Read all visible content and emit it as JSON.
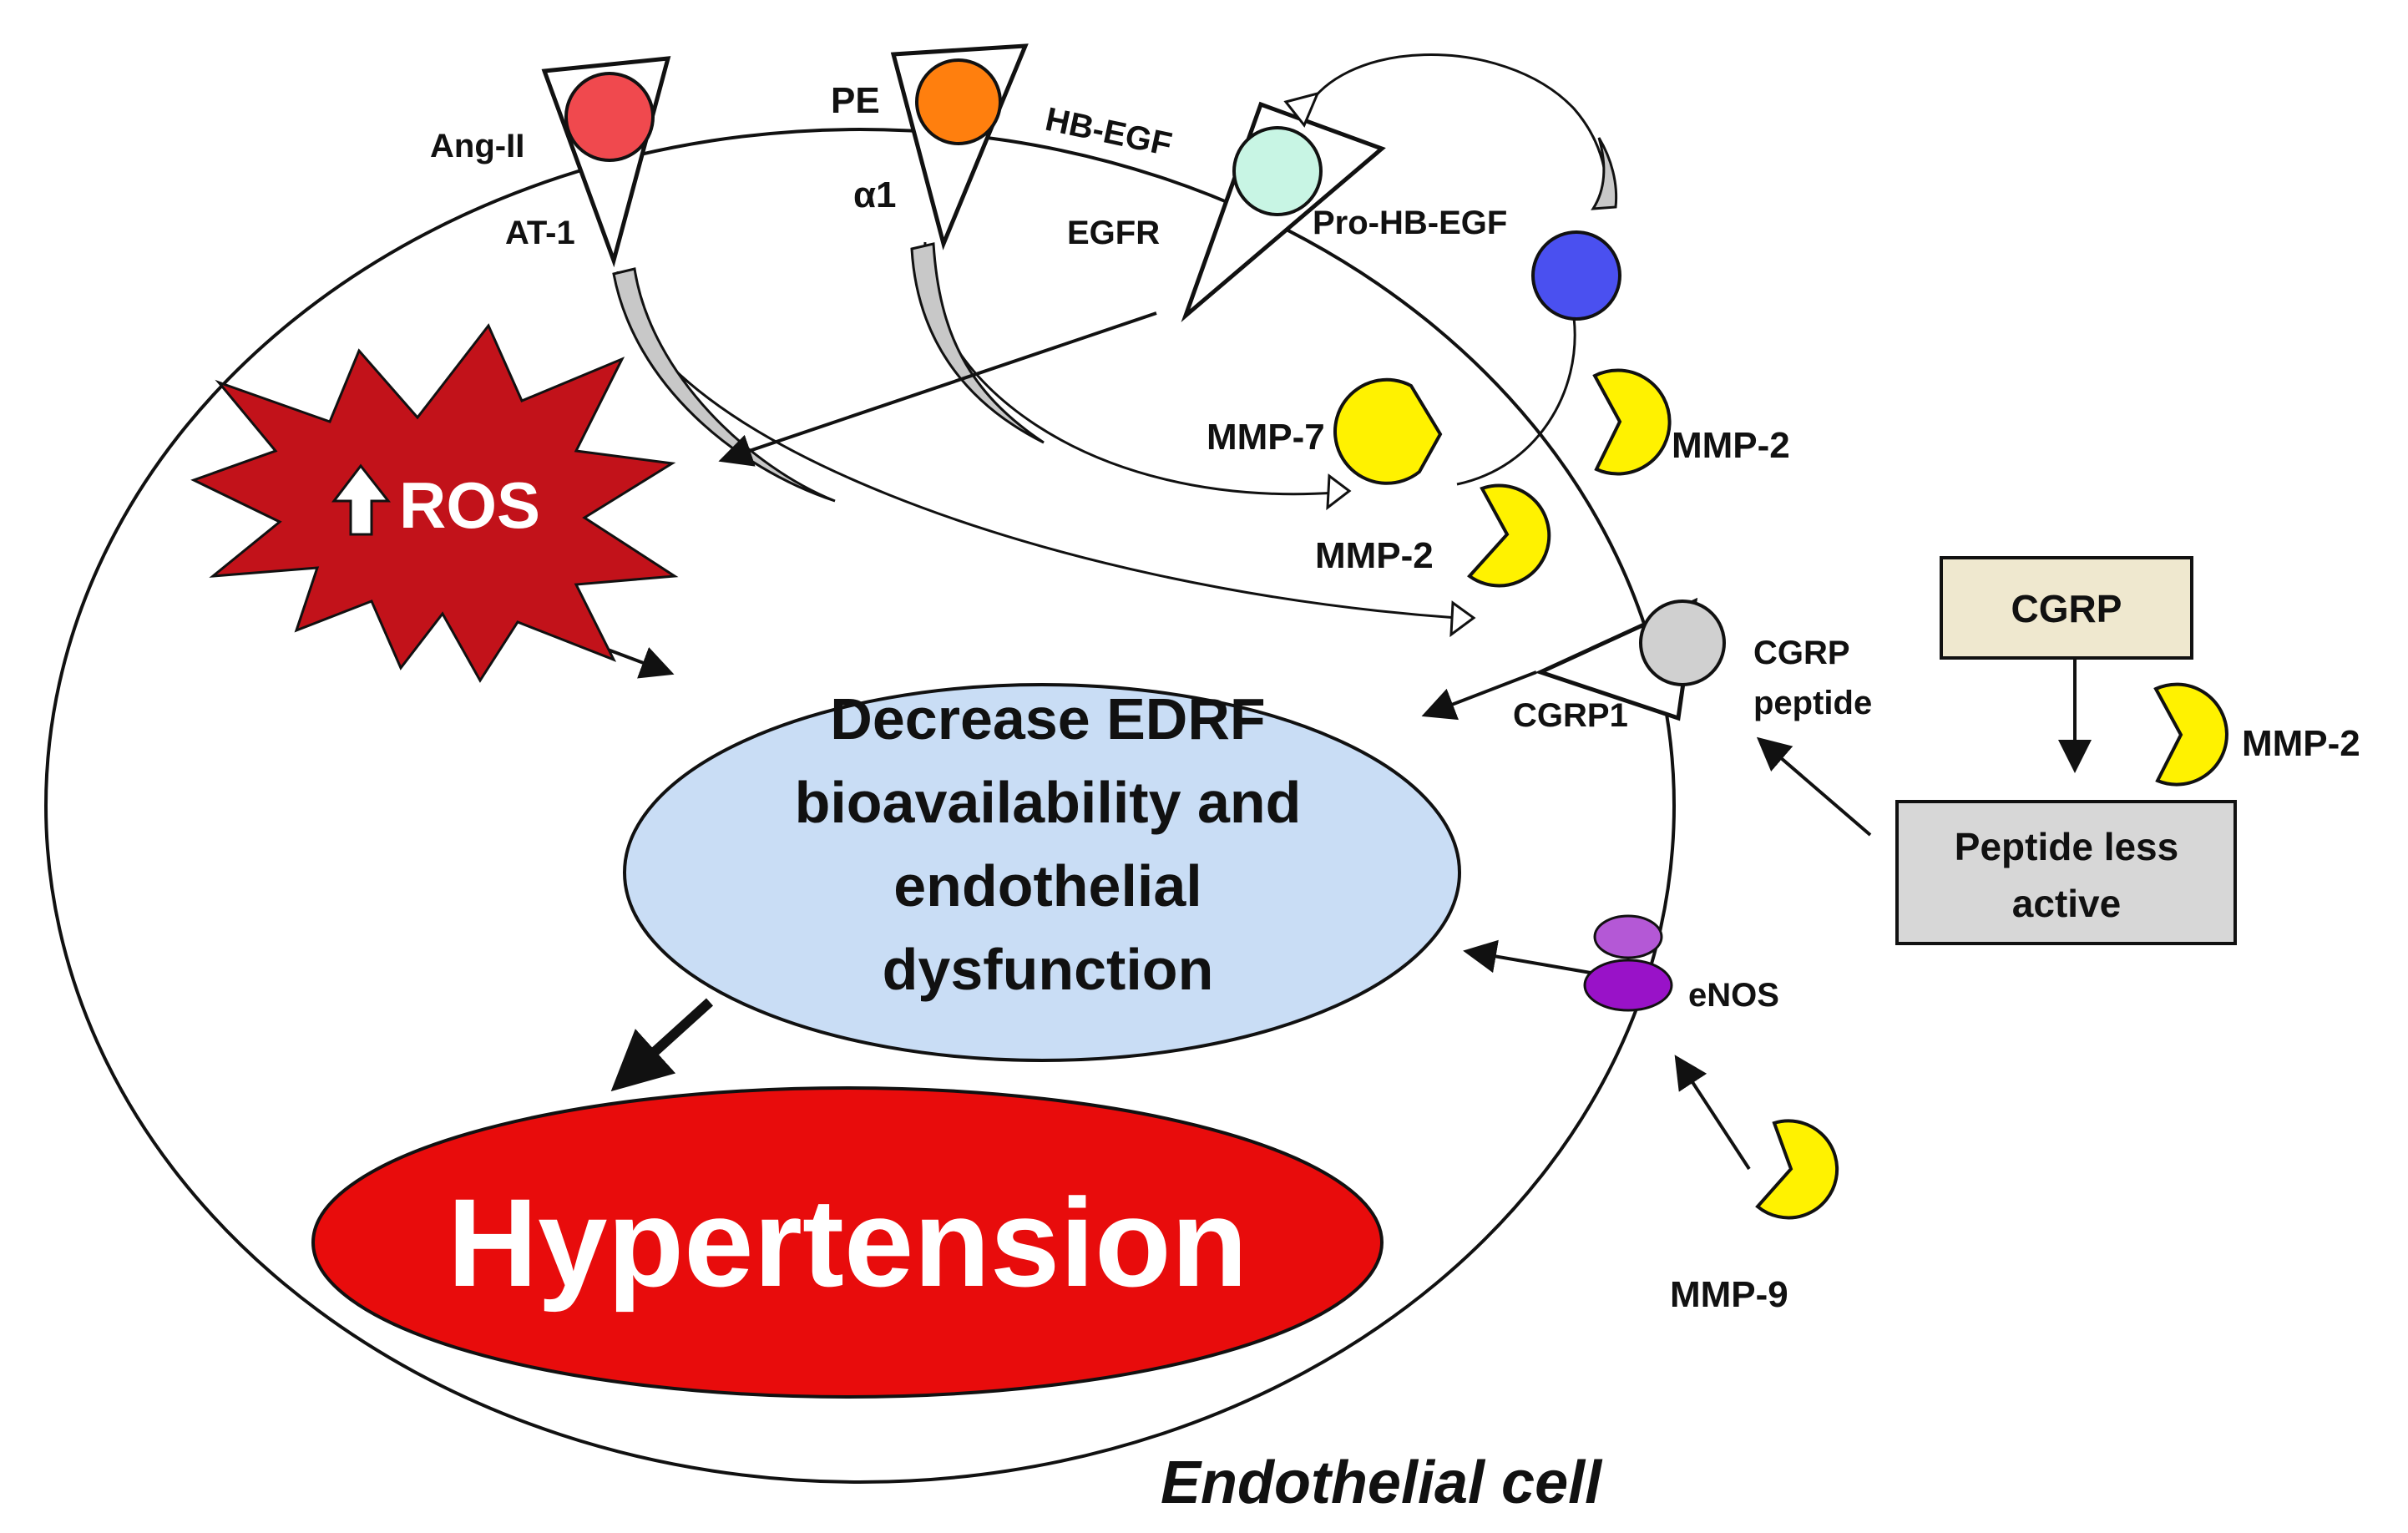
{
  "labels": {
    "ang_ii": "Ang-II",
    "at1": "AT-1",
    "pe": "PE",
    "alpha1": "α1",
    "hb_egf": "HB-EGF",
    "egfr": "EGFR",
    "pro_hb_egf": "Pro-HB-EGF",
    "ros": "ROS",
    "mmp7": "MMP-7",
    "mmp2_outer": "MMP-2",
    "mmp2_inner": "MMP-2",
    "mmp2_box": "MMP-2",
    "mmp9": "MMP-9",
    "cgrp1": "CGRP1",
    "cgrp_peptide_line1": "CGRP",
    "cgrp_peptide_line2": "peptide",
    "cgrp_box": "CGRP",
    "peptide_less_line1": "Peptide less",
    "peptide_less_line2": "active",
    "enos": "eNOS",
    "edrf_line1": "Decrease EDRF",
    "edrf_line2": "bioavailability and",
    "edrf_line3": "endothelial",
    "edrf_line4": "dysfunction",
    "hypertension": "Hypertension",
    "cell": "Endothelial cell"
  },
  "colors": {
    "ang_ii": "#f0494e",
    "pe": "#ff7f0e",
    "hb_egf": "#c8f5e4",
    "pro_hb_egf": "#4a50f0",
    "mmp": "#fff200",
    "cgrp_ligand": "#d0d0d0",
    "enos_top": "#b458d6",
    "enos_bottom": "#9912c8",
    "ros": "#c2121a",
    "edrf_ellipse": "#c9ddf5",
    "hypertension": "#e80c0c",
    "cgrp_box": "#efe8cf",
    "peptide_box": "#d7d7d7",
    "signal_arrow": "#c8c8c8"
  },
  "icons": {
    "up_arrow": "white-up-arrow-icon",
    "mmp": "pacman-enzyme-icon",
    "receptor": "triangle-receptor-icon",
    "ros_burst": "starburst-icon"
  }
}
